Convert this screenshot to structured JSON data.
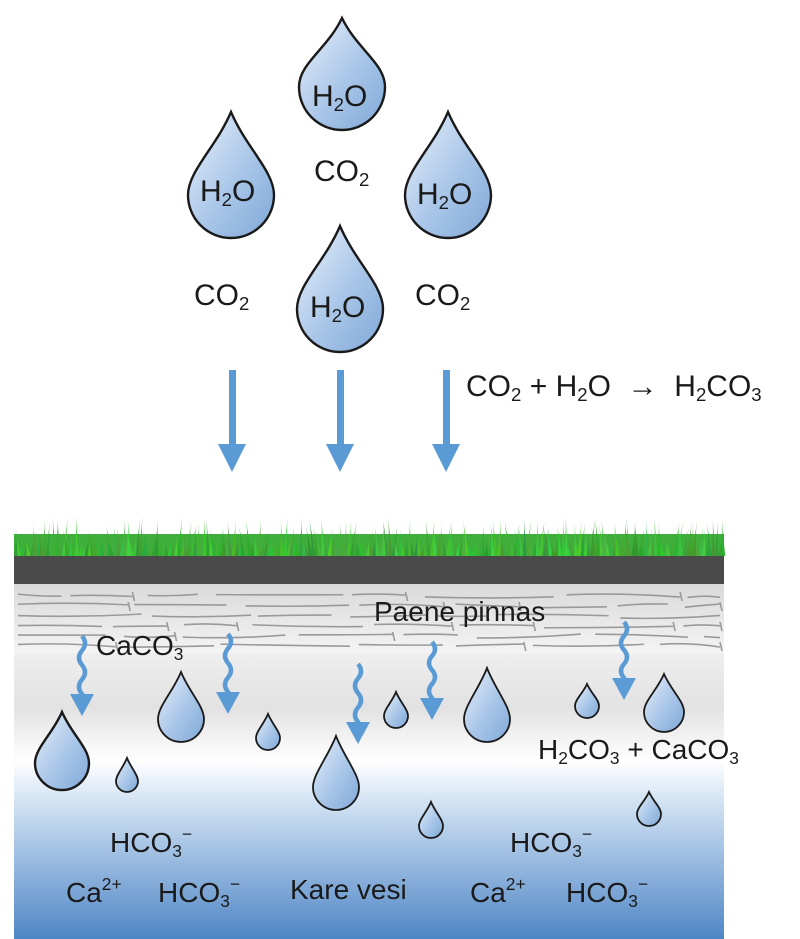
{
  "diagram": {
    "rain_drops": [
      {
        "formula": "H",
        "sub": "2",
        "tail": "O"
      },
      {
        "formula": "H",
        "sub": "2",
        "tail": "O"
      },
      {
        "formula": "H",
        "sub": "2",
        "tail": "O"
      },
      {
        "formula": "H",
        "sub": "2",
        "tail": "O"
      }
    ],
    "co2_labels": [
      {
        "head": "CO",
        "sub": "2"
      },
      {
        "head": "CO",
        "sub": "2"
      },
      {
        "head": "CO",
        "sub": "2"
      }
    ],
    "equation": {
      "a_head": "CO",
      "a_sub": "2",
      "plus": "+",
      "b_head": "H",
      "b_sub": "2",
      "b_tail": "O",
      "arrow": "→",
      "c_head": "H",
      "c_sub": "2",
      "c_mid": "CO",
      "c_sub2": "3"
    },
    "limestone_label": "Paene pinnas",
    "caco3_label": {
      "head": "CaCO",
      "sub": "3"
    },
    "reaction_label": {
      "a_head": "H",
      "a_sub": "2",
      "a_mid": "CO",
      "a_sub2": "3",
      "plus": "+",
      "b_head": "CaCO",
      "b_sub": "3"
    },
    "hard_water_label": "Kare vesi",
    "ions": {
      "bicarbonate": {
        "head": "HCO",
        "sub": "3",
        "sup": "−"
      },
      "calcium": {
        "head": "Ca",
        "sup": "2+"
      }
    },
    "colors": {
      "grass": "#3fae3a",
      "soil": "#4a4a4a",
      "arrow": "#5b9bd5",
      "water_top": "#ffffff",
      "water_bottom": "#4f86c6",
      "drop_fill": "#a9c6e8",
      "drop_stroke": "#1a1a1a"
    }
  }
}
